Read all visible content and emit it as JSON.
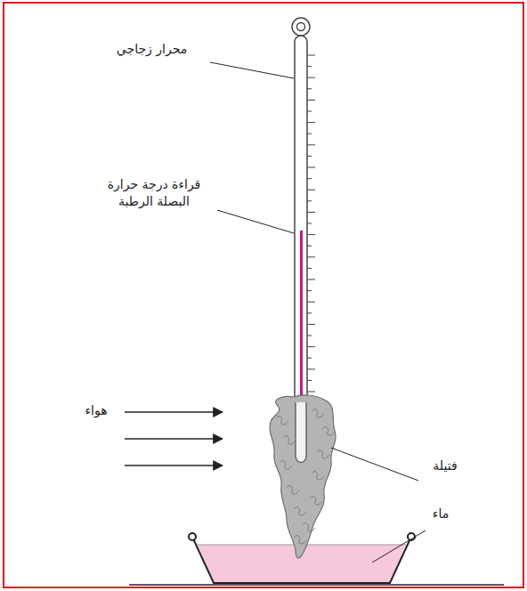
{
  "diagram": {
    "labels": [
      "محرار زجاجي",
      "قراءة درجة حرارة البصلة الرطبة",
      "فتيلة",
      "هواء",
      "ماء"
    ]
  }
}
